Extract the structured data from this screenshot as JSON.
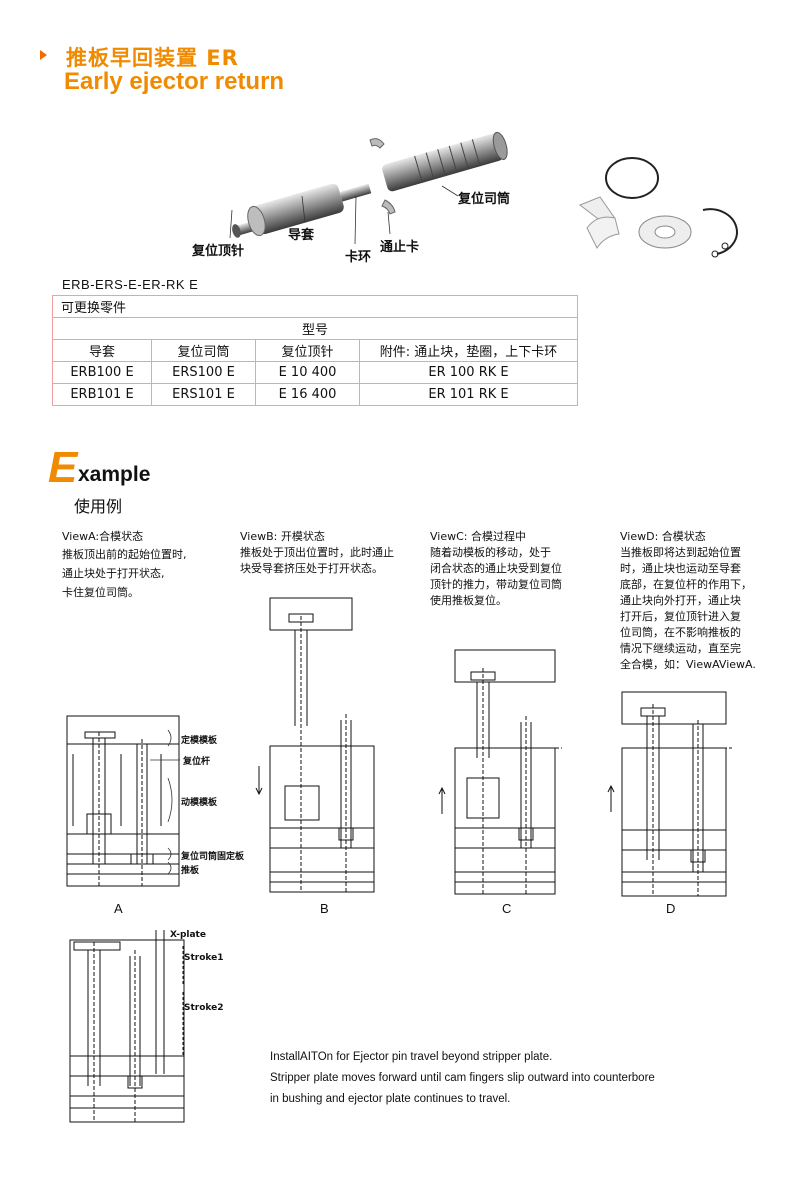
{
  "header": {
    "title_cn": "推板早回装置 ER",
    "title_en": "Early ejector return"
  },
  "product_labels": {
    "return_pin": "复位顶针",
    "guide_sleeve": "导套",
    "circlip": "卡环",
    "stop_block": "通止卡",
    "return_bushing": "复位司筒"
  },
  "model_code": "ERB-ERS-E-ER-RK E",
  "parts_table": {
    "title": "可更换零件",
    "subheader": "型号",
    "columns": [
      "导套",
      "复位司筒",
      "复位顶针",
      "附件: 通止块，垫圈，上下卡环"
    ],
    "rows": [
      [
        "ERB100  E",
        "ERS100 E",
        "E  10  400",
        "ER  100  RK E"
      ],
      [
        "ERB101  E",
        "ERS101 E",
        "E  16  400",
        "ER  101  RK E"
      ]
    ]
  },
  "example": {
    "big_letter": "E",
    "rest": "xample",
    "subtitle": "使用例"
  },
  "views": [
    {
      "lines": [
        "ViewA:合模状态",
        "推板顶出前的起始位置时,",
        "通止块处于打开状态,",
        "卡住复位司筒。"
      ]
    },
    {
      "lines": [
        "ViewB: 开模状态",
        "推板处于顶出位置时，此时通止",
        "块受导套挤压处于打开状态。"
      ]
    },
    {
      "lines": [
        "ViewC: 合模过程中",
        "随着动模板的移动，处于",
        "闭合状态的通止块受到复位",
        "顶针的推力，带动复位司筒",
        "使用推板复位。"
      ]
    },
    {
      "lines": [
        "ViewD: 合模状态",
        "当推板即将达到起始位置",
        "时，通止块也运动至导套",
        "底部，在复位杆的作用下，",
        "通止块向外打开，通止块",
        "打开后，复位顶针进入复",
        "位司筒，在不影响推板的",
        "情况下继续运动，直至完",
        "全合模，如：ViewAViewA."
      ]
    }
  ],
  "diagram_a_labels": {
    "fixed_plate": "定模模板",
    "return_rod": "复位杆",
    "moving_plate": "动模模板",
    "bushing_plate": "复位司筒固定板",
    "ejector_plate": "推板"
  },
  "diagram_captions": [
    "A",
    "B",
    "C",
    "D"
  ],
  "bottom_diagram_labels": {
    "xplate": "X-plate",
    "stroke1": "Stroke1",
    "stroke2": "Stroke2"
  },
  "install_note": [
    "InstallAITOn for Ejector pin travel beyond stripper plate.",
    "Stripper plate moves forward until cam fingers slip outward into counterbore",
    "in bushing and ejector plate continues to travel."
  ],
  "colors": {
    "accent": "#f08a00",
    "table_border": "#f0a0a0"
  }
}
